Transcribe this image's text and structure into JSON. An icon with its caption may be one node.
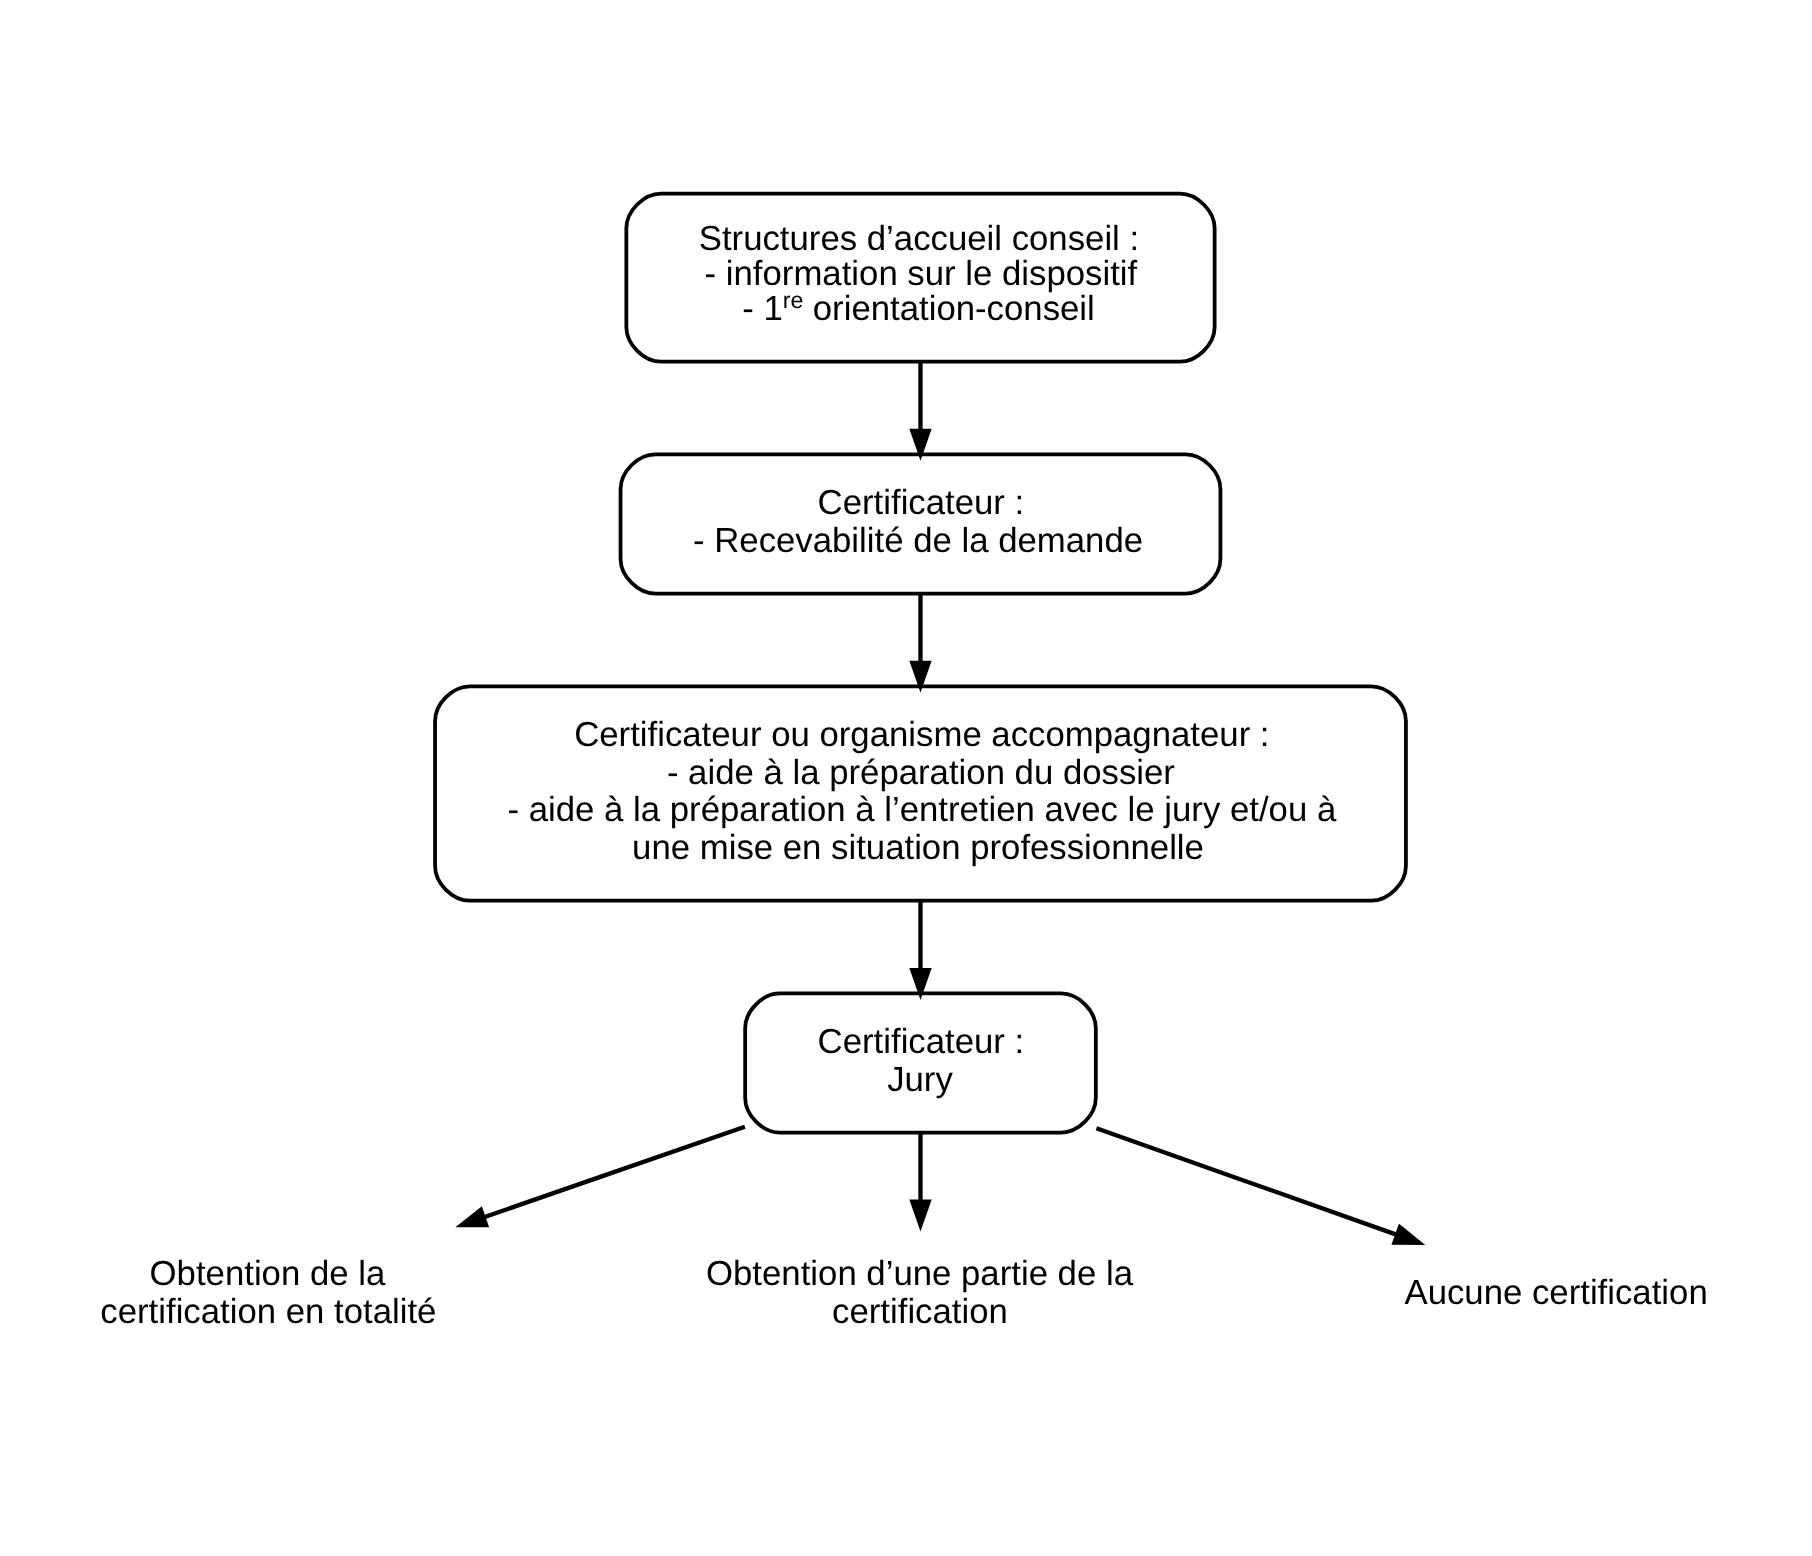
{
  "diagram": {
    "nodes": [
      {
        "text": [
          "Structures d’accueil conseil :",
          "- information sur le dispositif",
          "- 1$^{re}$ orientation-conseil"
        ]
      },
      {
        "text": [
          "Certificateur :",
          "- Recevabilité de la demande"
        ]
      },
      {
        "text": [
          "Certificateur ou organisme accompagnateur :",
          "- aide à la préparation du dossier",
          "- aide à la préparation à l’entretien avec le jury et/ou à une mise en situation professionnelle"
        ]
      },
      {
        "text": [
          "Certificateur :",
          "Jury"
        ]
      },
      {
        "text": [
          "Obtention de la certification en totalité"
        ]
      },
      {
        "text": [
          "Obtention d’une partie de la certification"
        ]
      },
      {
        "text": [
          "Aucune certification"
        ]
      }
    ],
    "edges": [
      {
        "from": 0,
        "to": 1,
        "arrow": "to"
      },
      {
        "from": 1,
        "to": 2,
        "arrow": "to"
      },
      {
        "from": 2,
        "to": 3,
        "arrow": "to"
      },
      {
        "from": 3,
        "to": 4,
        "arrow": "to"
      },
      {
        "from": 3,
        "to": 5,
        "arrow": "to"
      },
      {
        "from": 3,
        "to": 6,
        "arrow": "to"
      }
    ]
  }
}
